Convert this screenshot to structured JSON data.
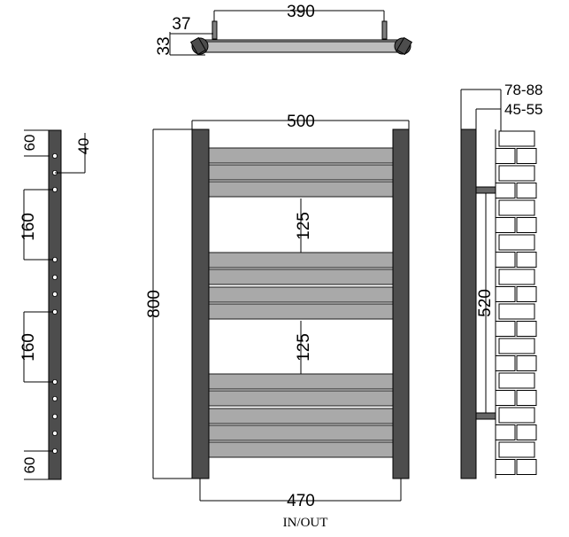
{
  "colors": {
    "frame": "#4d4d4d",
    "bars": "#a9a9a9",
    "lines": "#000000",
    "background": "#ffffff"
  },
  "top_view": {
    "width_label": "390",
    "offset_label": "37",
    "depth_label": "33"
  },
  "front_view": {
    "overall_width": "500",
    "height": "800",
    "upper_gap": "125",
    "lower_gap": "125",
    "centers": "470",
    "connection_label": "IN/OUT"
  },
  "side_view": {
    "top_spacing": "60",
    "hole_offset": "40",
    "upper_spacing": "160",
    "lower_spacing": "160",
    "bottom_spacing": "60"
  },
  "wall_view": {
    "projection_outer": "78-88",
    "projection_inner": "45-55",
    "bracket_spacing": "520"
  }
}
